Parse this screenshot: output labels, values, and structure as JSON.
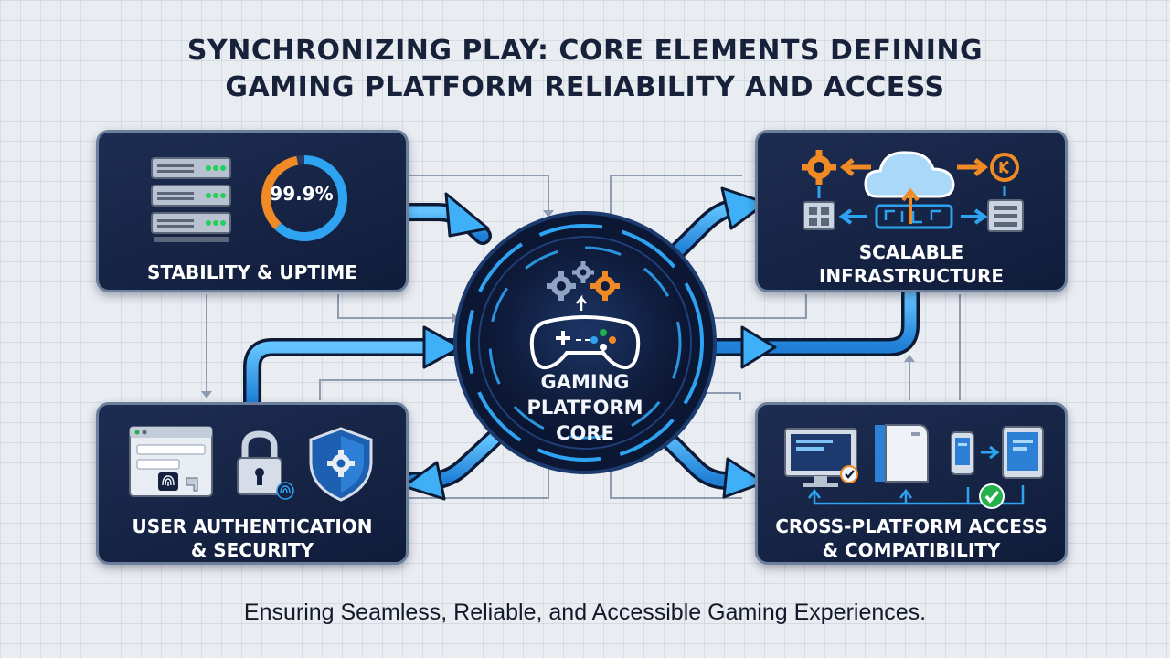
{
  "title": {
    "line1": "Synchronizing Play: Core Elements Defining",
    "line2": "Gaming Platform Reliability and Access"
  },
  "subtitle": "Ensuring Seamless, Reliable, and Accessible Gaming Experiences.",
  "core": {
    "label_lines": [
      "Gaming",
      "Platform",
      "Core"
    ]
  },
  "panels": {
    "stability": {
      "label": "Stability & Uptime",
      "uptime_value": "99.9%",
      "uptime_fraction": 0.999
    },
    "infrastructure": {
      "label_lines": [
        "Scalable",
        "Infrastructure"
      ]
    },
    "security": {
      "label_lines": [
        "User Authentication",
        "& Security"
      ]
    },
    "cross_platform": {
      "label_lines": [
        "Cross-Platform Access",
        "& Compatibility"
      ]
    }
  },
  "colors": {
    "panel_bg": "#14223f",
    "accent_blue": "#2ea3f2",
    "accent_orange": "#f08a24",
    "success_green": "#22b14c",
    "title_text": "#17223a"
  }
}
